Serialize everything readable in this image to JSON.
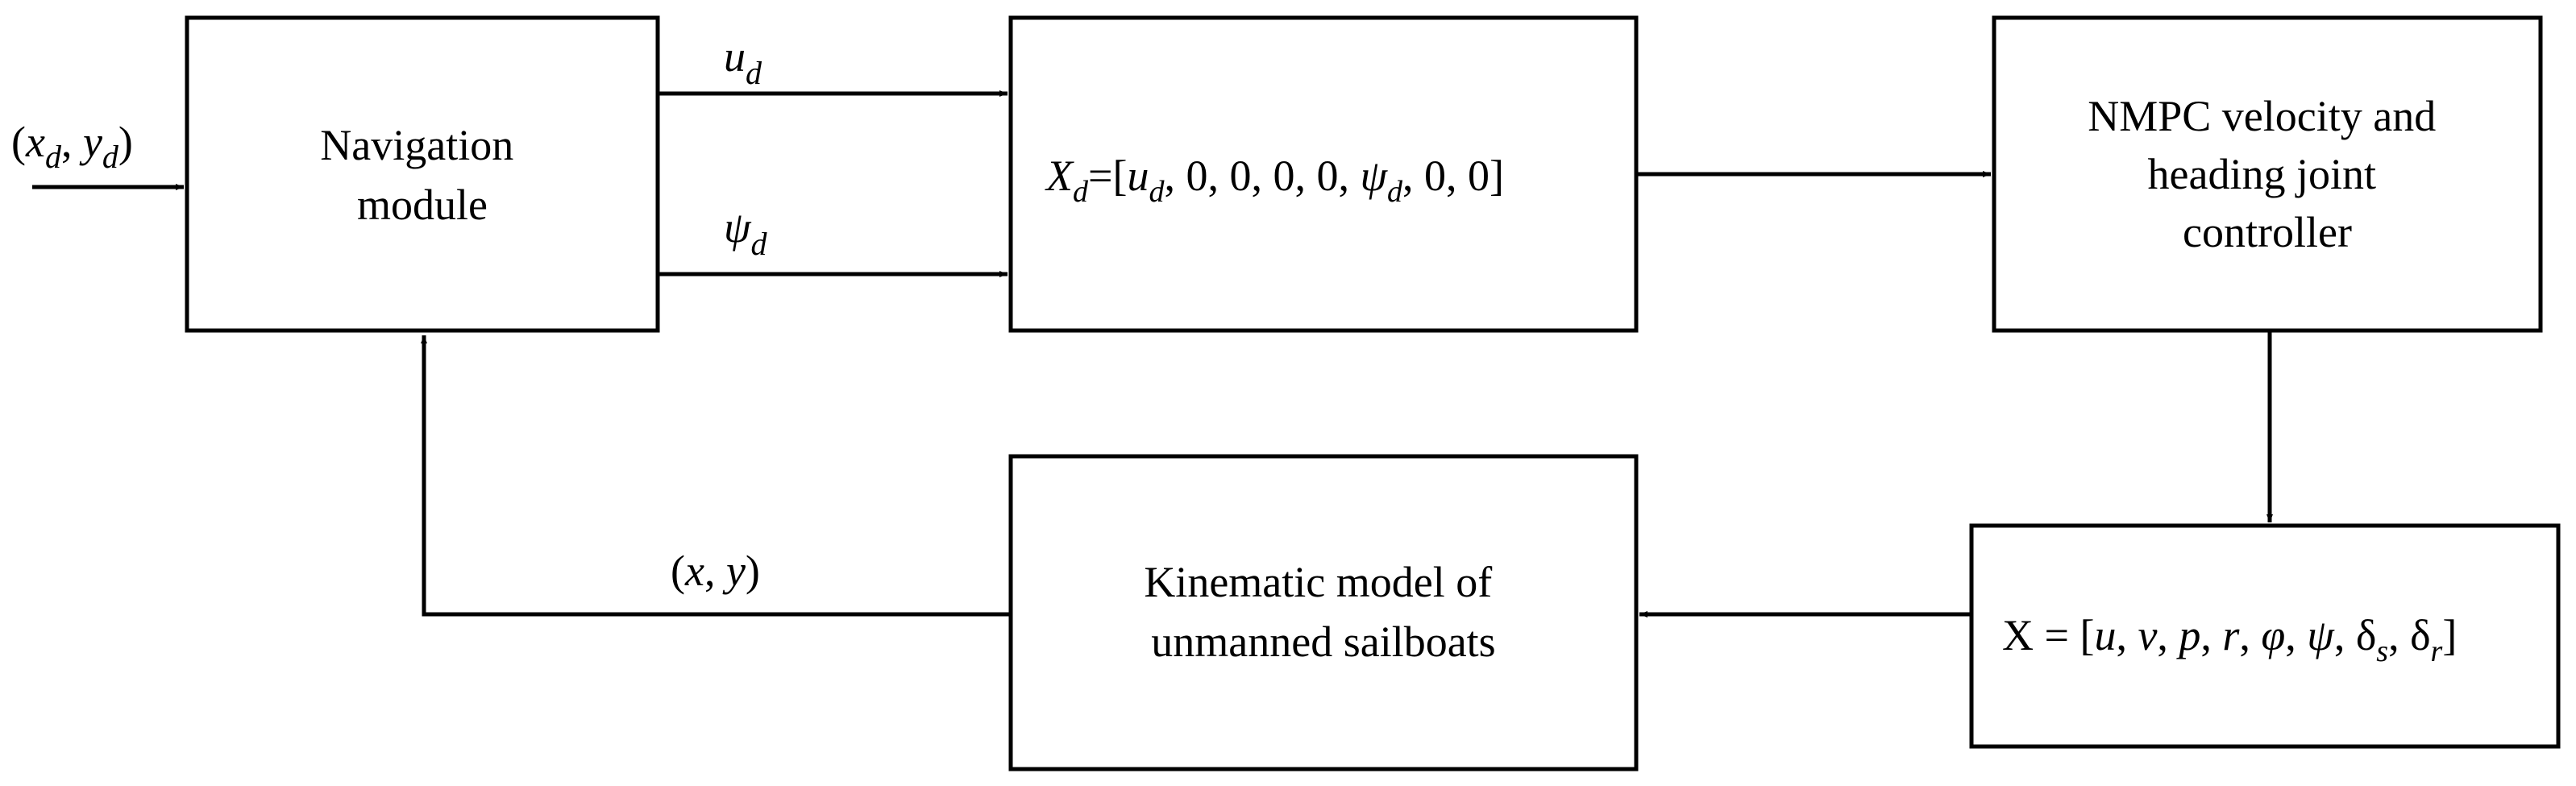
{
  "diagram": {
    "input_label": {
      "open": "(",
      "x": "x",
      "xs": "d",
      "sep": ", ",
      "y": "y",
      "ys": "d",
      "close": ")"
    },
    "navigation": {
      "line1": "Navigation",
      "line2": "module"
    },
    "ud_label": {
      "base": "u",
      "sub": "d"
    },
    "psid_label": {
      "base": "ψ",
      "sub": "d"
    },
    "xd_box": {
      "X": "X",
      "Xsub": "d",
      "eq": "=[",
      "u": "u",
      "usub": "d",
      "mid": ", 0, 0, 0, 0, ",
      "psi": "ψ",
      "psisub": "d",
      "end": ", 0, 0]"
    },
    "nmpc": {
      "line1": "NMPC velocity and",
      "line2": "heading joint",
      "line3": "controller"
    },
    "state_box": {
      "lhs": "X = [",
      "u": "u",
      "c1": ", ",
      "v": "v",
      "c2": ", ",
      "p": "p",
      "c3": ", ",
      "r": "r",
      "c4": ", ",
      "phi": "φ",
      "c5": ", ",
      "psi": "ψ",
      "c6": ", ",
      "ds": "δ",
      "ds_sub": "s",
      "c7": ", ",
      "dr": "δ",
      "dr_sub": "r",
      "close": "]"
    },
    "kinematic": {
      "line1": "Kinematic model of",
      "line2": "unmanned sailboats"
    },
    "feedback_label": {
      "open": "(",
      "x": "x",
      "sep": ", ",
      "y": "y",
      "close": ")"
    }
  }
}
